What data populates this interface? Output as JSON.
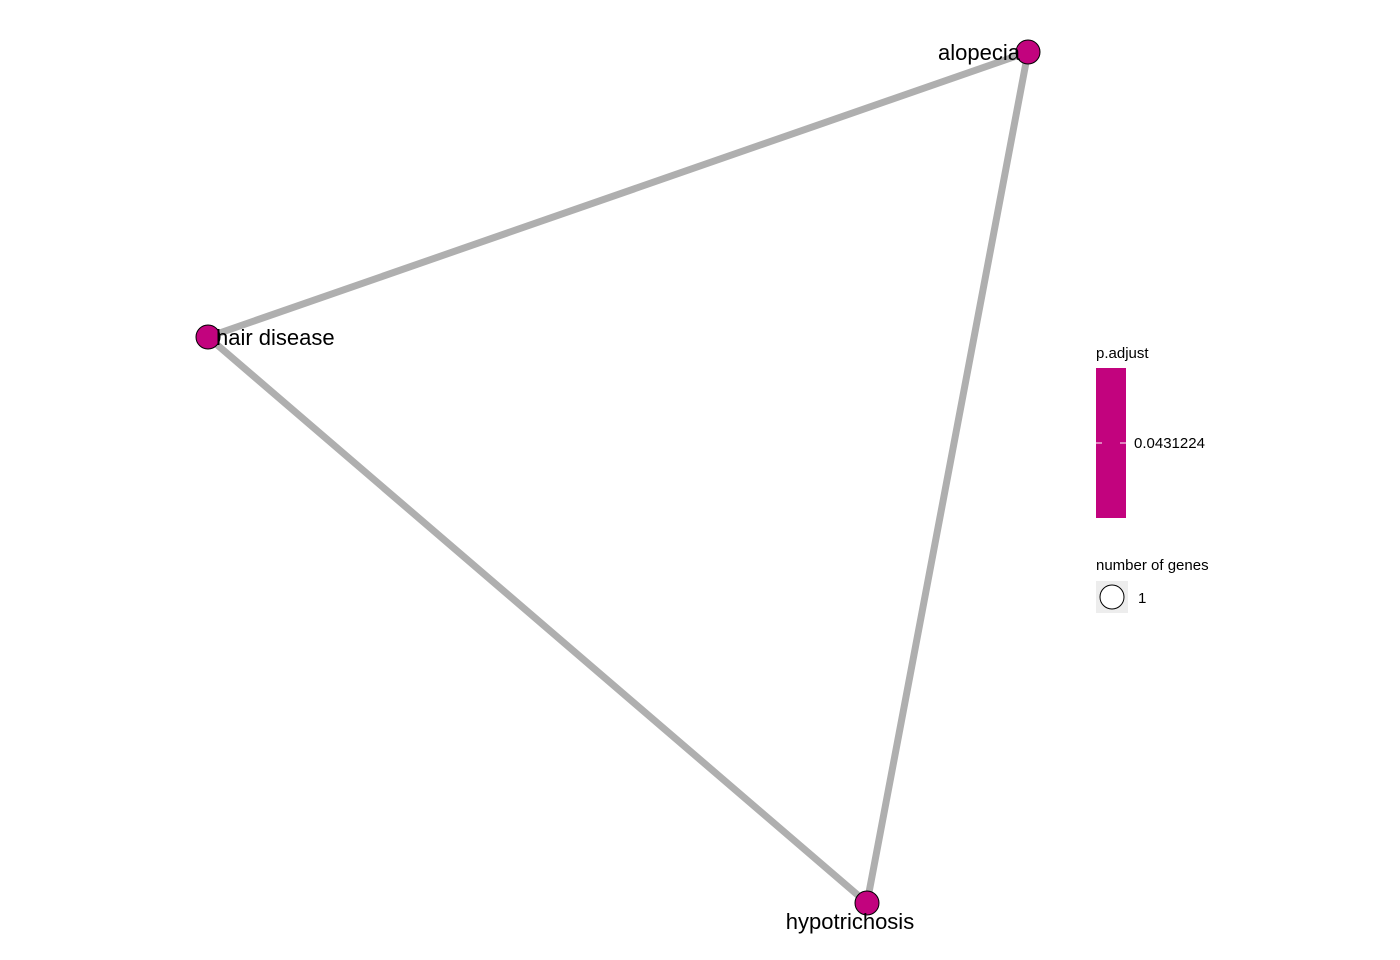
{
  "network": {
    "nodes": [
      {
        "id": "alopecia",
        "label": "alopecia"
      },
      {
        "id": "hair_disease",
        "label": "hair disease"
      },
      {
        "id": "hypotrichosis",
        "label": "hypotrichosis"
      }
    ],
    "edges": [
      {
        "from": "alopecia",
        "to": "hair_disease"
      },
      {
        "from": "alopecia",
        "to": "hypotrichosis"
      },
      {
        "from": "hair_disease",
        "to": "hypotrichosis"
      }
    ]
  },
  "legend": {
    "color": {
      "title": "p.adjust",
      "value_label": "0.0431224",
      "color": "#C2037E"
    },
    "size": {
      "title": "number of genes",
      "value_label": "1"
    }
  },
  "colors": {
    "node_fill": "#C2037E",
    "edge": "#AFAFAF",
    "size_key_fill": "#EDEDED",
    "size_key_circle_fill": "#FFFFFF"
  }
}
